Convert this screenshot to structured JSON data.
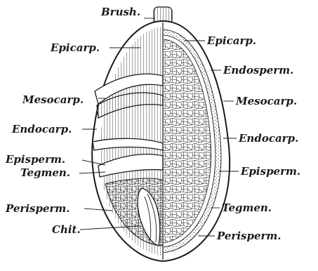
{
  "figure": {
    "labels_left": {
      "brush": "Brush.",
      "epicarp": "Epicarp.",
      "mesocarp": "Mesocarp.",
      "endocarp": "Endocarp.",
      "episperm": "Episperm.",
      "tegmen": "Tegmen.",
      "perisperm": "Perisperm.",
      "chit": "Chit."
    },
    "labels_right": {
      "epicarp": "Epicarp.",
      "endosperm": "Endosperm.",
      "mesocarp": "Mesocarp.",
      "endocarp": "Endocarp.",
      "episperm": "Episperm.",
      "tegmen": "Tegmen.",
      "perisperm": "Perisperm."
    },
    "colors": {
      "ink": "#1a1a1a",
      "paper": "#ffffff"
    }
  }
}
